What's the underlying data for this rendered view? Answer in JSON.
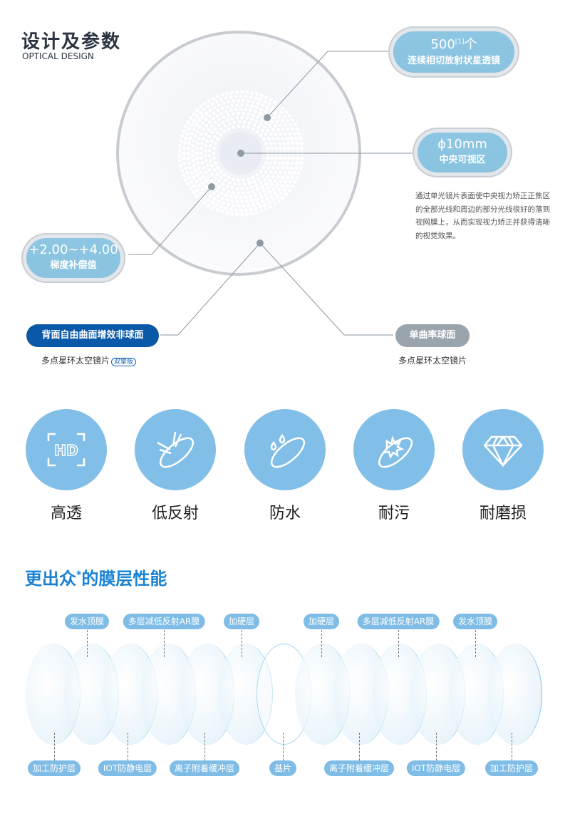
{
  "header": {
    "title": "设计及参数",
    "subtitle": "OPTICAL DESIGN"
  },
  "callouts": {
    "lenslets": {
      "count": "500",
      "ref": "[1]",
      "unit": "个",
      "label": "连续相切放射状星透镜"
    },
    "center": {
      "value": "ϕ10mm",
      "label": "中央可视区"
    },
    "power": {
      "value": "+2.00~+4.00",
      "label": "梯度补偿值"
    }
  },
  "description": "通过单光镜片表面使中央视力矫正正焦区的全部光线和周边的部分光线很好的落到视网膜上，从而实现视力矫正并获得清晰的视觉效果。",
  "compare": {
    "left": {
      "tag": "背面自由曲面增效非球面",
      "product": "多点星环太空镜片",
      "badge": "双擎版"
    },
    "right": {
      "tag": "单曲率球面",
      "product": "多点星环太空镜片"
    }
  },
  "features": [
    {
      "label": "高透",
      "icon": "hd-icon"
    },
    {
      "label": "低反射",
      "icon": "low-reflection-icon"
    },
    {
      "label": "防水",
      "icon": "water-drop-icon"
    },
    {
      "label": "耐污",
      "icon": "anti-stain-icon"
    },
    {
      "label": "耐磨损",
      "icon": "diamond-icon"
    }
  ],
  "coating": {
    "title": "更出众",
    "mark": "*",
    "title_rest": "的膜层性能",
    "top_labels": [
      "发水顶膜",
      "多层减低反射AR膜",
      "加硬层",
      "加硬层",
      "多层减低反射AR膜",
      "发水顶膜"
    ],
    "bottom_labels": [
      "加工防护层",
      "IOT防静电层",
      "离子附着缓冲层",
      "基片",
      "离子附着缓冲层",
      "IOT防静电层",
      "加工防护层"
    ]
  },
  "colors": {
    "pill": "#8cc6e2",
    "dark_blue": "#0a58a8",
    "gray_tag": "#9aa4ac",
    "feature": "#82bfe8",
    "accent": "#1a82d4"
  }
}
